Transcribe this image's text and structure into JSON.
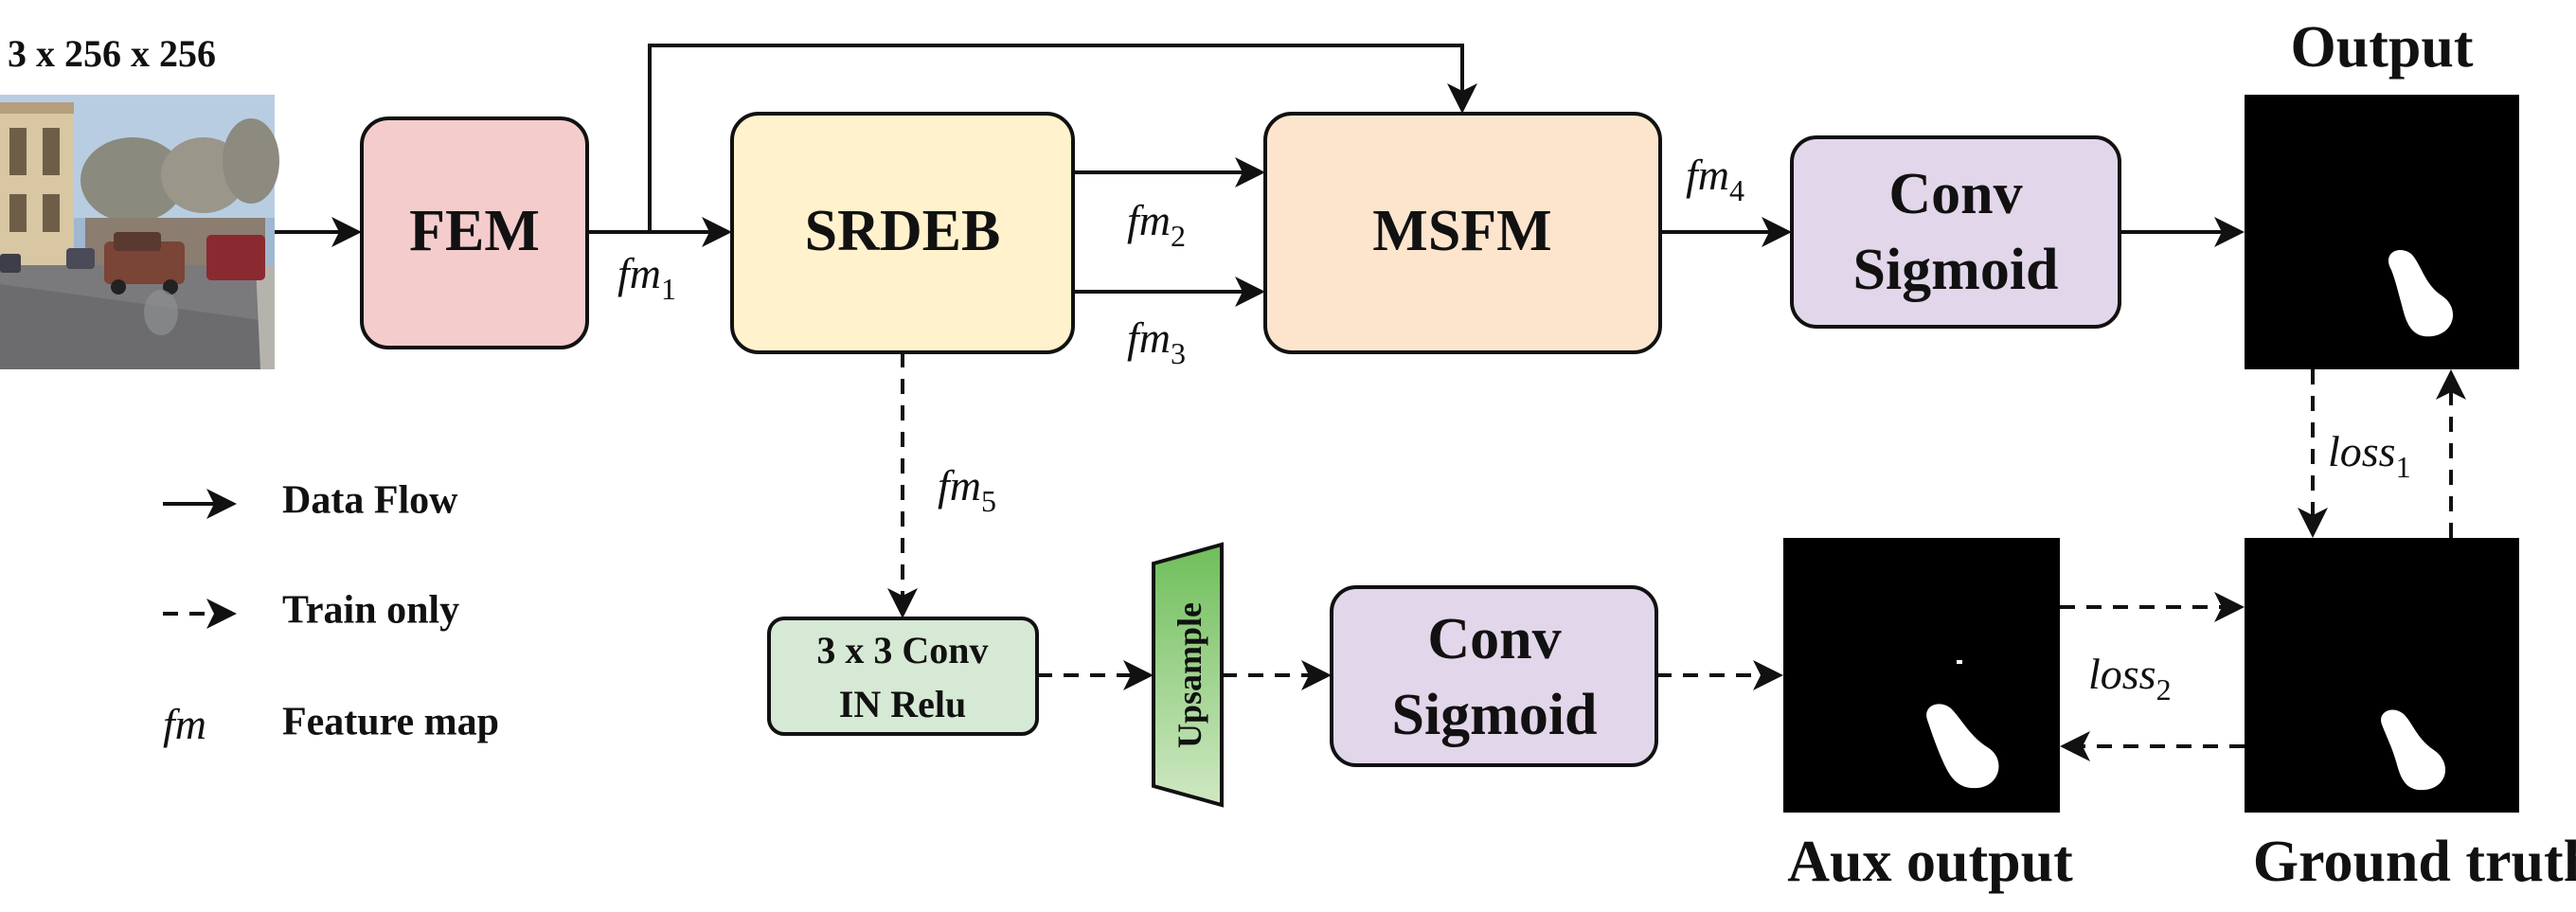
{
  "input": {
    "size_label": "3 x 256 x 256"
  },
  "blocks": {
    "fem": "FEM",
    "srdeb": "SRDEB",
    "msfm": "MSFM",
    "conv_sigmoid_main_line1": "Conv",
    "conv_sigmoid_main_line2": "Sigmoid",
    "conv_in_relu_line1": "3 x 3 Conv",
    "conv_in_relu_line2": "IN Relu",
    "upsample": "Upsample",
    "conv_sigmoid_aux_line1": "Conv",
    "conv_sigmoid_aux_line2": "Sigmoid"
  },
  "feature_maps": {
    "fm1": {
      "base": "fm",
      "sub": "1"
    },
    "fm2": {
      "base": "fm",
      "sub": "2"
    },
    "fm3": {
      "base": "fm",
      "sub": "3"
    },
    "fm4": {
      "base": "fm",
      "sub": "4"
    },
    "fm5": {
      "base": "fm",
      "sub": "5"
    }
  },
  "losses": {
    "loss1": {
      "base": "loss",
      "sub": "1"
    },
    "loss2": {
      "base": "loss",
      "sub": "2"
    }
  },
  "images": {
    "output_title": "Output",
    "aux_output_title": "Aux output",
    "ground_truth_title": "Ground truth"
  },
  "legend": {
    "data_flow": "Data Flow",
    "train_only": "Train only",
    "fm_symbol": "fm",
    "feature_map": "Feature map"
  },
  "colors": {
    "fem": "#f5cccc",
    "srdeb": "#fff2cc",
    "msfm": "#fde5cd",
    "conv_sigmoid": "#e2d6ea",
    "conv_in_relu": "#d6e9d4",
    "upsample_top": "#6fbe5a",
    "upsample_bottom": "#cfe8c3"
  }
}
